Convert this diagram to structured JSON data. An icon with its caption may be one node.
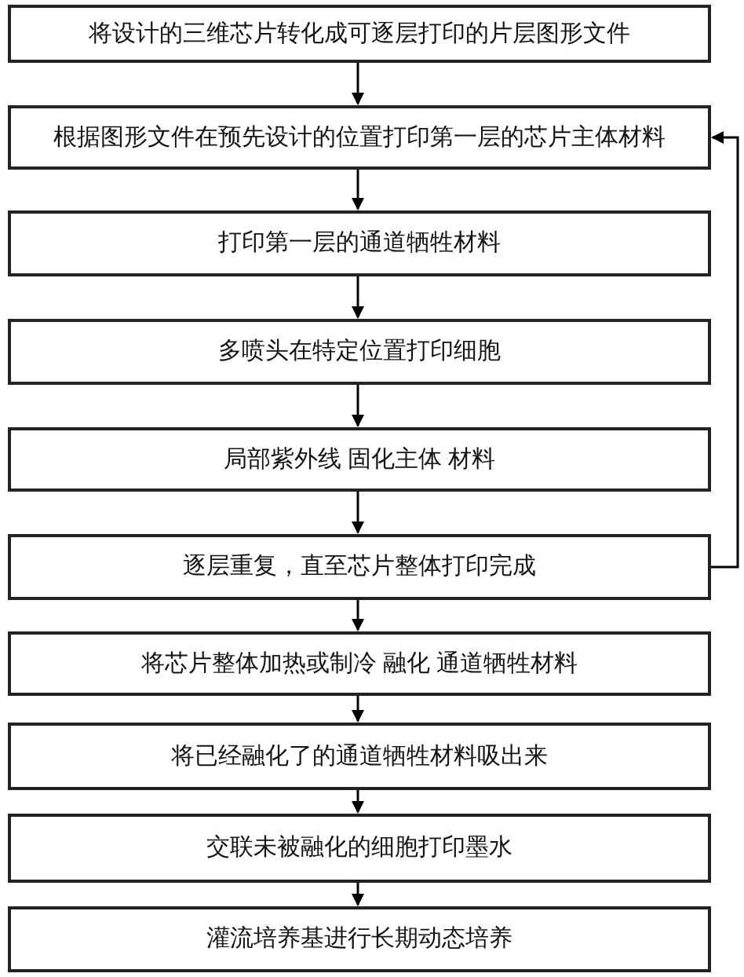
{
  "diagram": {
    "nodes": [
      {
        "text": [
          "将设计的三维芯片转化成可逐层打印的片层图形文件"
        ]
      },
      {
        "text": [
          "根据图形文件在预先设计的位置打印第一层的芯片主体材料"
        ]
      },
      {
        "text": [
          "打印第一层的通道牺牲材料"
        ]
      },
      {
        "text": [
          "多喷头在特定位置打印细胞"
        ]
      },
      {
        "text": [
          "局部紫外线 固化主体 材料"
        ]
      },
      {
        "text": [
          "逐层重复，直至芯片整体打印完成"
        ]
      },
      {
        "text": [
          "将芯片整体加热或制冷 融化 通道牺牲材料"
        ]
      },
      {
        "text": [
          "将已经融化了的通道牺牲材料吸出来"
        ]
      },
      {
        "text": [
          "交联未被融化的细胞打印墨水"
        ]
      },
      {
        "text": [
          "灌流培养基进行长期动态培养"
        ]
      }
    ],
    "edges": [
      {
        "from": 0,
        "to": 1,
        "arrow": "to"
      },
      {
        "from": 1,
        "to": 2,
        "arrow": "to"
      },
      {
        "from": 2,
        "to": 3,
        "arrow": "to"
      },
      {
        "from": 3,
        "to": 4,
        "arrow": "to"
      },
      {
        "from": 4,
        "to": 5,
        "arrow": "to"
      },
      {
        "from": 5,
        "to": 6,
        "arrow": "to"
      },
      {
        "from": 6,
        "to": 7,
        "arrow": "to"
      },
      {
        "from": 7,
        "to": 8,
        "arrow": "to"
      },
      {
        "from": 8,
        "to": 9,
        "arrow": "to"
      },
      {
        "from": 5,
        "to": 1,
        "arrow": "to"
      }
    ]
  }
}
